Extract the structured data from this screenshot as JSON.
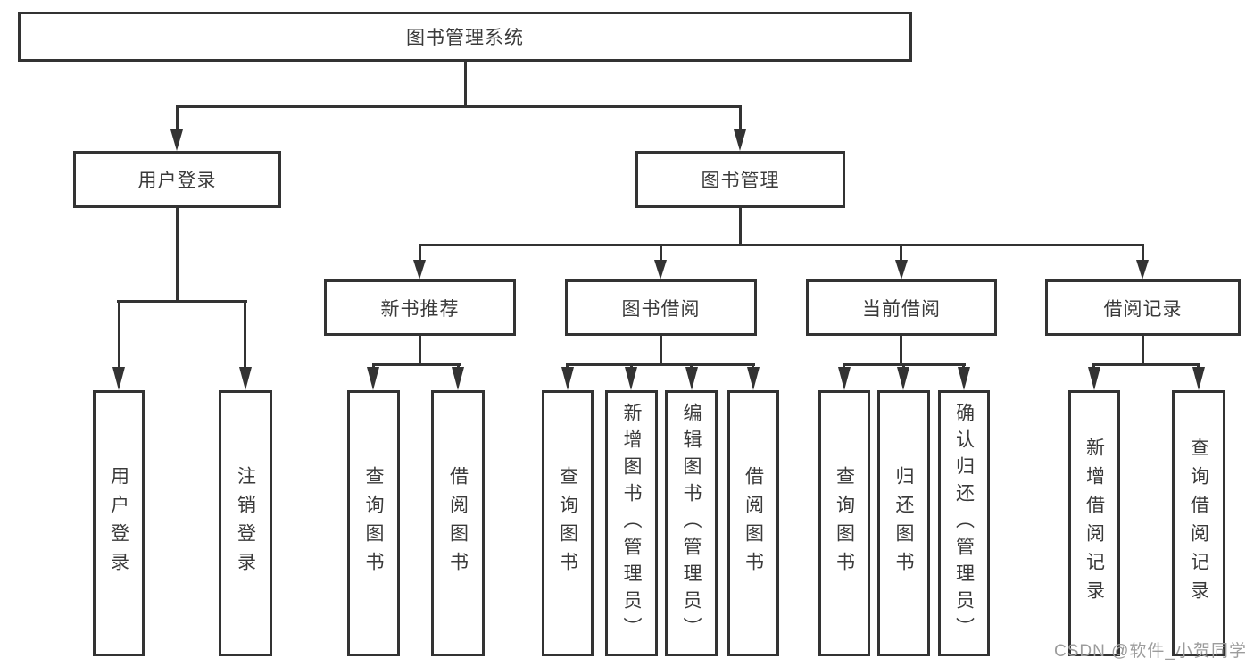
{
  "colors": {
    "line": "#333333",
    "text": "#3a3a3a",
    "background": "#ffffff",
    "watermark": "#9c9c9c"
  },
  "watermark": {
    "text": "CSDN @软件_小贺同学"
  },
  "diagram": {
    "type": "hierarchy-tree",
    "root": {
      "label": "图书管理系统",
      "children": [
        {
          "label": "用户登录",
          "children": [
            {
              "label": "用户登录"
            },
            {
              "label": "注销登录"
            }
          ]
        },
        {
          "label": "图书管理",
          "children": [
            {
              "label": "新书推荐",
              "children": [
                {
                  "label": "查询图书"
                },
                {
                  "label": "借阅图书"
                }
              ]
            },
            {
              "label": "图书借阅",
              "children": [
                {
                  "label": "查询图书"
                },
                {
                  "label": "新增图书（管理员）"
                },
                {
                  "label": "编辑图书（管理员）"
                },
                {
                  "label": "借阅图书"
                }
              ]
            },
            {
              "label": "当前借阅",
              "children": [
                {
                  "label": "查询图书"
                },
                {
                  "label": "归还图书"
                },
                {
                  "label": "确认归还（管理员）"
                }
              ]
            },
            {
              "label": "借阅记录",
              "children": [
                {
                  "label": "新增借阅记录"
                },
                {
                  "label": "查询借阅记录"
                }
              ]
            }
          ]
        }
      ]
    }
  }
}
